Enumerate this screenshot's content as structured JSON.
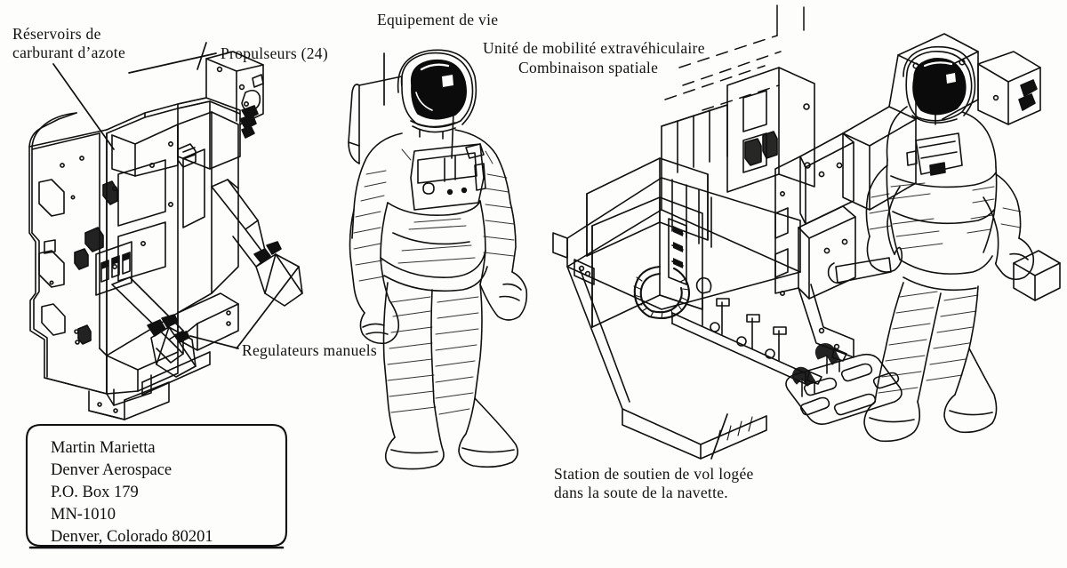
{
  "document": {
    "kind": "technical-illustration",
    "subject": "Manned Maneuvering Unit, Extravehicular Mobility Unit and Flight Support Station",
    "language": "fr",
    "background_color": "#fdfdfb",
    "ink_color": "#101010"
  },
  "labels": {
    "nitrogen_tanks": "Réservoirs de\ncarburant d’azote",
    "thrusters": "Propulseurs (24)",
    "life_support": "Equipement de vie",
    "emu_line1": "Unité de mobilité extravéhiculaire",
    "emu_line2": "Combinaison spatiale",
    "hand_controllers": "Regulateurs manuels",
    "flight_support_station": "Station de soutien de vol logée\ndans la soute de la navette."
  },
  "address_box": {
    "lines": [
      "Martin Marietta",
      "Denver Aerospace",
      "P.O. Box 179",
      "MN-1010",
      "Denver, Colorado 80201"
    ]
  },
  "figures": [
    {
      "name": "mmu-front-view",
      "caption_refs": [
        "nitrogen_tanks",
        "thrusters",
        "hand_controllers"
      ]
    },
    {
      "name": "emu-suit-standing",
      "caption_refs": [
        "life_support",
        "emu_line1",
        "emu_line2"
      ]
    },
    {
      "name": "fss-with-astronaut-in-mmu",
      "caption_refs": [
        "flight_support_station"
      ]
    }
  ]
}
